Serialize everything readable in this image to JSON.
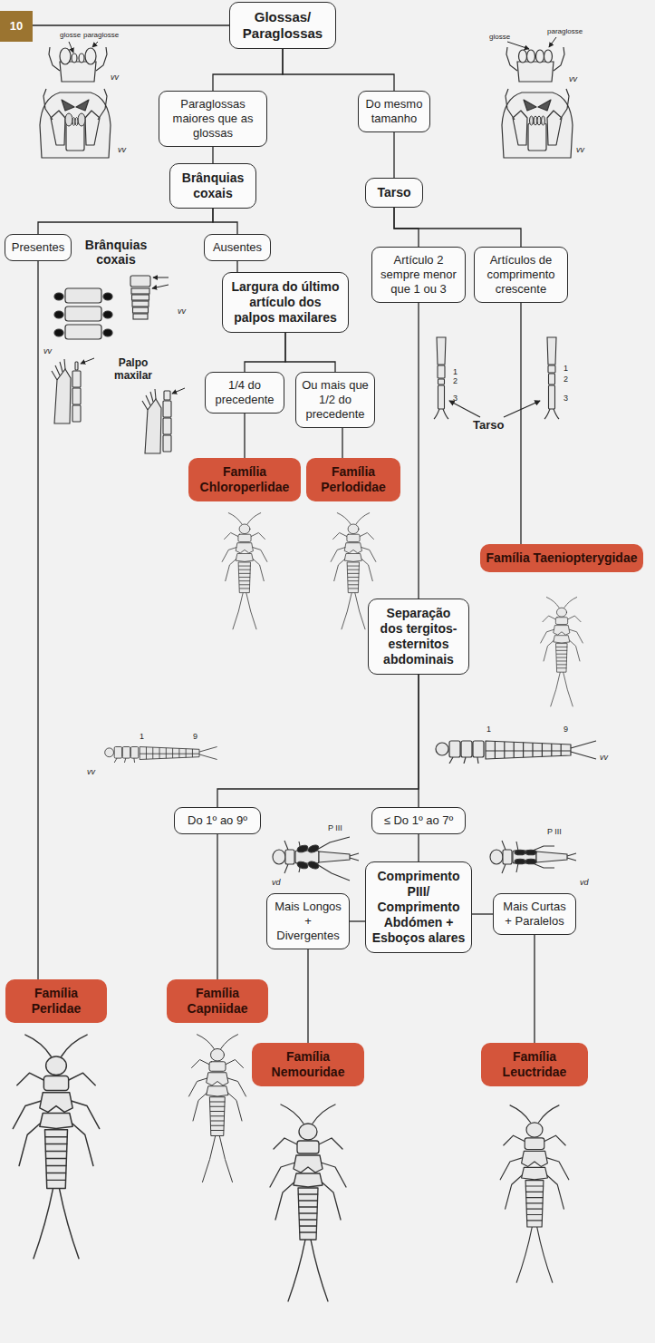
{
  "diagram": {
    "nodes": [
      {
        "text": [
          "10"
        ]
      },
      {
        "text": [
          "Glossas/ Paraglossas"
        ]
      },
      {
        "text": [
          "Paraglossas maiores que as glossas"
        ]
      },
      {
        "text": [
          "Do mesmo tamanho"
        ]
      },
      {
        "text": [
          "Brânquias coxais"
        ]
      },
      {
        "text": [
          "Tarso"
        ]
      },
      {
        "text": [
          "Presentes"
        ]
      },
      {
        "text": [
          "Ausentes"
        ]
      },
      {
        "text": [
          "Largura do último artículo dos palpos maxilares"
        ]
      },
      {
        "text": [
          "Artículo 2 sempre menor que 1 ou 3"
        ]
      },
      {
        "text": [
          "Artículos de comprimento crescente"
        ]
      },
      {
        "text": [
          "1/4 do precedente"
        ]
      },
      {
        "text": [
          "Ou mais que 1/2 do precedente"
        ]
      },
      {
        "text": [
          "Família Taeniopterygidae"
        ]
      },
      {
        "text": [
          "Família Chloroperlidae"
        ]
      },
      {
        "text": [
          "Família Perlodidae"
        ]
      },
      {
        "text": [
          "Separação dos tergitos-esternitos abdominais"
        ]
      },
      {
        "text": [
          "Do 1º ao 9º"
        ]
      },
      {
        "text": [
          "≤ Do 1º ao 7º"
        ]
      },
      {
        "text": [
          "Família Perlidae"
        ]
      },
      {
        "text": [
          "Família Capniidae"
        ]
      },
      {
        "text": [
          "Mais Longos + Divergentes"
        ]
      },
      {
        "text": [
          "Comprimento PIII/ Comprimento Abdómen + Esboços alares"
        ]
      },
      {
        "text": [
          "Mais Curtas + Paralelos"
        ]
      },
      {
        "text": [
          "Família Nemouridae"
        ]
      },
      {
        "text": [
          "Família Leuctridae"
        ]
      }
    ],
    "edges": [
      {
        "from": 0,
        "to": 1,
        "arrow": "none"
      },
      {
        "from": 1,
        "to": 2,
        "arrow": "none"
      },
      {
        "from": 1,
        "to": 3,
        "arrow": "none"
      },
      {
        "from": 2,
        "to": 4,
        "arrow": "none"
      },
      {
        "from": 3,
        "to": 5,
        "arrow": "none"
      },
      {
        "from": 4,
        "to": 6,
        "arrow": "none"
      },
      {
        "from": 4,
        "to": 7,
        "arrow": "none"
      },
      {
        "from": 5,
        "to": 9,
        "arrow": "none"
      },
      {
        "from": 5,
        "to": 10,
        "arrow": "none"
      },
      {
        "from": 6,
        "to": 19,
        "arrow": "none"
      },
      {
        "from": 7,
        "to": 8,
        "arrow": "none"
      },
      {
        "from": 8,
        "to": 11,
        "arrow": "none"
      },
      {
        "from": 8,
        "to": 12,
        "arrow": "none"
      },
      {
        "from": 9,
        "to": 16,
        "arrow": "none"
      },
      {
        "from": 10,
        "to": 13,
        "arrow": "none"
      },
      {
        "from": 11,
        "to": 14,
        "arrow": "none"
      },
      {
        "from": 12,
        "to": 15,
        "arrow": "none"
      },
      {
        "from": 16,
        "to": 17,
        "arrow": "none"
      },
      {
        "from": 16,
        "to": 18,
        "arrow": "none"
      },
      {
        "from": 17,
        "to": 20,
        "arrow": "none"
      },
      {
        "from": 18,
        "to": 22,
        "arrow": "none"
      },
      {
        "from": 22,
        "to": 21,
        "arrow": "none"
      },
      {
        "from": 22,
        "to": 23,
        "arrow": "none"
      },
      {
        "from": 21,
        "to": 24,
        "arrow": "none"
      },
      {
        "from": 23,
        "to": 25,
        "arrow": "none"
      }
    ],
    "labels": [
      "glosse",
      "paraglosse",
      "vv",
      "vv",
      "glosse",
      "paraglosse",
      "vv",
      "vv",
      "Brânquias coxais",
      "vv",
      "vv",
      "Palpo maxilar",
      "Tarso",
      "1",
      "2",
      "3",
      "1",
      "2",
      "3",
      "vv",
      "1",
      "9",
      "vv",
      "1",
      "9",
      "P III",
      "vd",
      "P III",
      "vd"
    ]
  }
}
